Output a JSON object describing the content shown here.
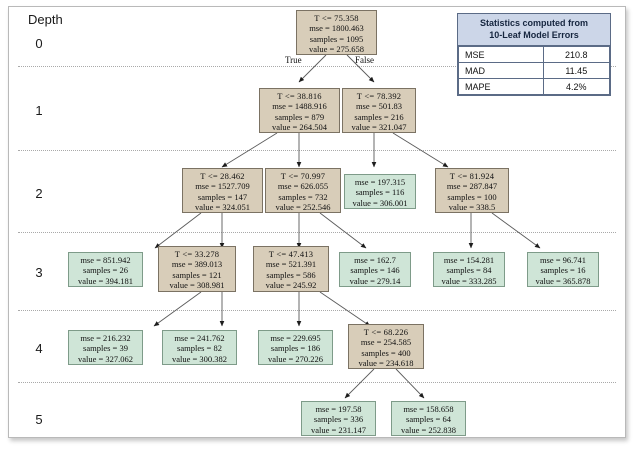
{
  "diagram": {
    "depth_axis_label": "Depth",
    "depth_levels": [
      "0",
      "1",
      "2",
      "3",
      "4",
      "5"
    ],
    "edge_labels": {
      "true": "True",
      "false": "False"
    },
    "colors": {
      "split_node_fill": "#d8cdb9",
      "leaf_node_fill": "#cfe5d7",
      "node_border": "#6f6f6f",
      "separator": "#a9a9a9",
      "stats_header_fill": "#ccd6e8",
      "stats_border": "#5b6b86"
    },
    "nodes": [
      {
        "id": "n0",
        "depth": 0,
        "type": "split",
        "condition": "T  <= 75.358",
        "mse": "mse = 1800.463",
        "samples": "samples = 1095",
        "value": "value = 275.658"
      },
      {
        "id": "n1",
        "depth": 1,
        "type": "split",
        "condition": "T  <= 38.816",
        "mse": "mse = 1488.916",
        "samples": "samples = 879",
        "value": "value = 264.504"
      },
      {
        "id": "n2",
        "depth": 1,
        "type": "split",
        "condition": "T  <= 78.392",
        "mse": "mse = 501.83",
        "samples": "samples = 216",
        "value": "value = 321.047"
      },
      {
        "id": "n3",
        "depth": 2,
        "type": "split",
        "condition": "T  <= 28.462",
        "mse": "mse = 1527.709",
        "samples": "samples = 147",
        "value": "value = 324.051"
      },
      {
        "id": "n4",
        "depth": 2,
        "type": "split",
        "condition": "T  <= 70.997",
        "mse": "mse = 626.055",
        "samples": "samples = 732",
        "value": "value = 252.546"
      },
      {
        "id": "n5",
        "depth": 2,
        "type": "leaf",
        "condition": "",
        "mse": "mse = 197.315",
        "samples": "samples = 116",
        "value": "value = 306.001"
      },
      {
        "id": "n6",
        "depth": 2,
        "type": "split",
        "condition": "T  <= 81.924",
        "mse": "mse = 287.847",
        "samples": "samples = 100",
        "value": "value = 338.5"
      },
      {
        "id": "n7",
        "depth": 3,
        "type": "leaf",
        "condition": "",
        "mse": "mse = 851.942",
        "samples": "samples = 26",
        "value": "value = 394.181"
      },
      {
        "id": "n8",
        "depth": 3,
        "type": "split",
        "condition": "T  <= 33.278",
        "mse": "mse = 389.013",
        "samples": "samples = 121",
        "value": "value = 308.981"
      },
      {
        "id": "n9",
        "depth": 3,
        "type": "split",
        "condition": "T  <= 47.413",
        "mse": "mse = 521.391",
        "samples": "samples = 586",
        "value": "value = 245.92"
      },
      {
        "id": "n10",
        "depth": 3,
        "type": "leaf",
        "condition": "",
        "mse": "mse = 162.7",
        "samples": "samples = 146",
        "value": "value = 279.14"
      },
      {
        "id": "n11",
        "depth": 3,
        "type": "leaf",
        "condition": "",
        "mse": "mse = 154.281",
        "samples": "samples = 84",
        "value": "value = 333.285"
      },
      {
        "id": "n12",
        "depth": 3,
        "type": "leaf",
        "condition": "",
        "mse": "mse = 96.741",
        "samples": "samples = 16",
        "value": "value = 365.878"
      },
      {
        "id": "n13",
        "depth": 4,
        "type": "leaf",
        "condition": "",
        "mse": "mse = 216.232",
        "samples": "samples = 39",
        "value": "value = 327.062"
      },
      {
        "id": "n14",
        "depth": 4,
        "type": "leaf",
        "condition": "",
        "mse": "mse = 241.762",
        "samples": "samples = 82",
        "value": "value = 300.382"
      },
      {
        "id": "n15",
        "depth": 4,
        "type": "leaf",
        "condition": "",
        "mse": "mse = 229.695",
        "samples": "samples = 186",
        "value": "value = 270.226"
      },
      {
        "id": "n16",
        "depth": 4,
        "type": "split",
        "condition": "T  <= 68.226",
        "mse": "mse = 254.585",
        "samples": "samples = 400",
        "value": "value = 234.618"
      },
      {
        "id": "n17",
        "depth": 5,
        "type": "leaf",
        "condition": "",
        "mse": "mse = 197.58",
        "samples": "samples = 336",
        "value": "value = 231.147"
      },
      {
        "id": "n18",
        "depth": 5,
        "type": "leaf",
        "condition": "",
        "mse": "mse = 158.658",
        "samples": "samples = 64",
        "value": "value = 252.838"
      }
    ]
  },
  "stats_table": {
    "title_line1": "Statistics computed from",
    "title_line2": "10-Leaf Model Errors",
    "rows": [
      {
        "metric": "MSE",
        "value": "210.8"
      },
      {
        "metric": "MAD",
        "value": "11.45"
      },
      {
        "metric": "MAPE",
        "value": "4.2%"
      }
    ]
  }
}
